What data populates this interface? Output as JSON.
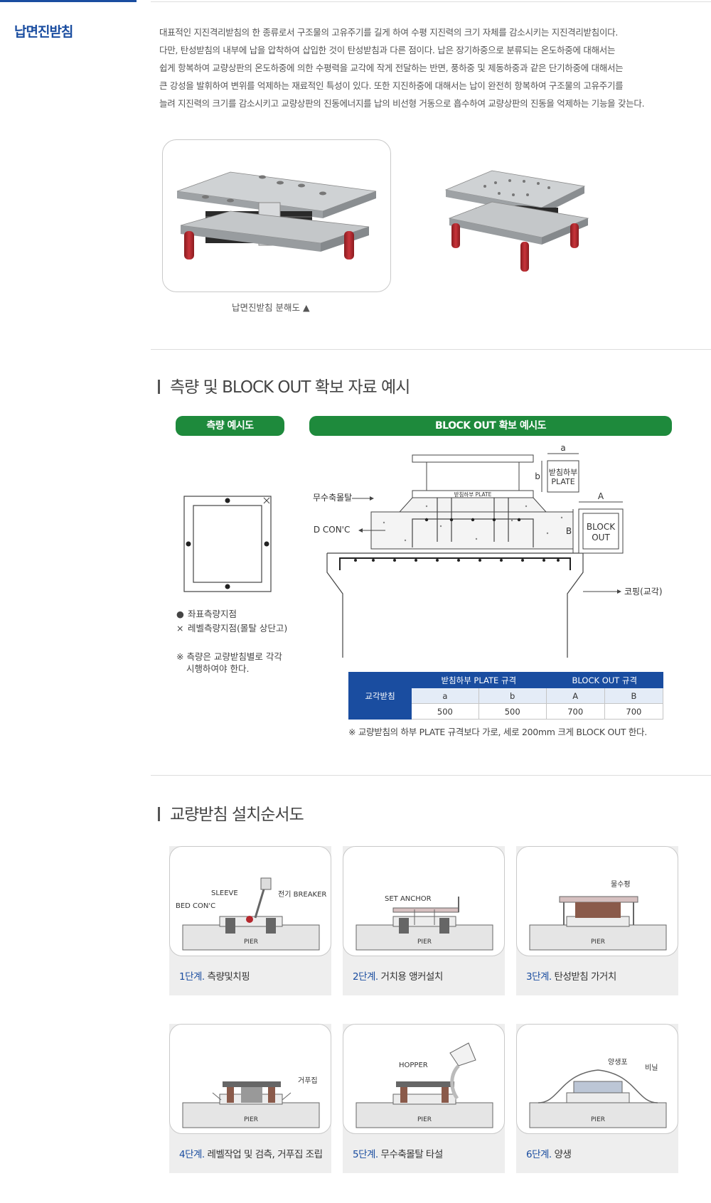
{
  "side_title": "납면진받침",
  "intro_lines": [
    "대표적인 지진격리받침의 한 종류로서 구조물의 고유주기를 길게 하여 수평 지진력의 크기 자체를 감소시키는 지진격리받침이다.",
    "다만, 탄성받침의 내부에 납을 압착하여 삽입한 것이 탄성받침과 다른 점이다. 납은 장기하중으로 분류되는 온도하중에 대해서는",
    "쉽게 항복하여 교량상판의 온도하중에 의한 수평력을 교각에 작게 전달하는 반면, 풍하중 및 제동하중과 같은 단기하중에 대해서는",
    "큰 강성을 발휘하여 변위를 억제하는 재료적인 특성이 있다. 또한 지진하중에 대해서는 납이 완전히 항복하여 구조물의 고유주기를",
    "늘려 지진력의 크기를 감소시키고 교량상판의 진동에너지를 납의 비선형 거동으로 흡수하여 교량상판의 진동을 억제하는 기능을 갖는다."
  ],
  "photo_caption": "납면진받침 분해도 ▲",
  "section1_title": "측량 및 BLOCK OUT 확보 자료 예시",
  "pill_survey": "측량 예시도",
  "pill_blockout": "BLOCK OUT 확보 예시도",
  "legend_dot": "좌표측량지점",
  "legend_x": "레벨측량지점(몰탈 상단고)",
  "note_lines": [
    "※ 측량은 교량받침별로 각각",
    "시행하여야 한다."
  ],
  "diagram_labels": {
    "plate_bar": "받침하부 PLATE",
    "mortar": "무수축몰탈",
    "bed_conc": "BED CON'C",
    "coping": "코핑(교각)",
    "plate_box": [
      "받침하부",
      "PLATE"
    ],
    "block_box": [
      "BLOCK",
      "OUT"
    ],
    "dim_a": "a",
    "dim_b": "b",
    "dim_A": "A",
    "dim_B": "B"
  },
  "spec_table": {
    "row_header": "교각받침",
    "group1": "받침하부 PLATE 규격",
    "group2": "BLOCK OUT 규격",
    "sub": [
      "a",
      "b",
      "A",
      "B"
    ],
    "values": [
      "500",
      "500",
      "700",
      "700"
    ]
  },
  "spec_note": "※ 교량받침의 하부 PLATE 규격보다 가로, 세로 200mm 크게 BLOCK OUT 한다.",
  "section2_title": "교량받침 설치순서도",
  "steps": [
    {
      "no": "1단계.",
      "text": "측량및치핑",
      "labels": [
        "SLEEVE",
        "BED CON'C",
        "전기 BREAKER",
        "PIER"
      ]
    },
    {
      "no": "2단계.",
      "text": "거치용 앵커설치",
      "labels": [
        "SET ANCHOR",
        "PIER"
      ]
    },
    {
      "no": "3단계.",
      "text": "탄성받침 가거치",
      "labels": [
        "물수평",
        "PIER"
      ]
    },
    {
      "no": "4단계.",
      "text": "레벨작업 및 검측, 거푸집 조립",
      "labels": [
        "거푸집",
        "PIER"
      ]
    },
    {
      "no": "5단계.",
      "text": "무수축몰탈 타설",
      "labels": [
        "HOPPER",
        "PIER"
      ]
    },
    {
      "no": "6단계.",
      "text": "양생",
      "labels": [
        "양생포",
        "비닐",
        "PIER"
      ]
    }
  ],
  "colors": {
    "accent_blue": "#1a4da0",
    "accent_green": "#1e8a3c",
    "pier_red": "#b5272d"
  }
}
